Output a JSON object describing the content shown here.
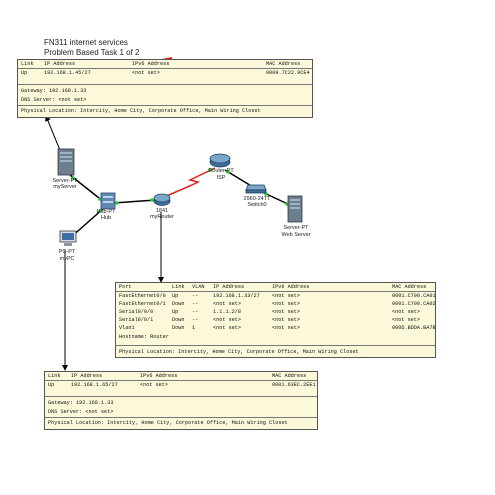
{
  "header": {
    "line1": "FN311 internet services",
    "line2": "Problem Based Task 1 of 2"
  },
  "tip_top": {
    "cols": [
      "Link",
      "IP Address",
      "IPv6 Address",
      "MAC Address"
    ],
    "vals": [
      "Up",
      "192.168.1.45/27",
      "<not set>",
      "0009.7C22.9CE4"
    ],
    "gateway": "Gateway: 192.168.1.33",
    "dns": "DNS Server:  <not set>",
    "physical": "Physical Location: Intercity, Home City, Corporate Office, Main Wiring Closet"
  },
  "tip_router": {
    "cols": [
      "Port",
      "Link",
      "VLAN",
      "IP Address",
      "IPv6 Address",
      "MAC Address"
    ],
    "rows": [
      [
        "FastEthernet0/0",
        "Up",
        "--",
        "192.168.1.33/27",
        "<not set>",
        "0001.C700.CA01"
      ],
      [
        "FastEthernet0/1",
        "Down",
        "--",
        "<not set>",
        "<not set>",
        "0001.C700.CA02"
      ],
      [
        "Serial0/0/0",
        "Up",
        "--",
        "1.1.1.2/8",
        "<not set>",
        "<not set>"
      ],
      [
        "Serial0/0/1",
        "Down",
        "--",
        "<not set>",
        "<not set>",
        "<not set>"
      ],
      [
        "Vlan1",
        "Down",
        "1",
        "<not set>",
        "<not set>",
        "000D.BDDA.BA7B"
      ]
    ],
    "hostname": "Hostname: Router",
    "physical": "Physical Location: Intercity, Home City, Corporate Office, Main Wiring Closet"
  },
  "tip_bottom": {
    "cols": [
      "Link",
      "IP Address",
      "IPv6 Address",
      "MAC Address"
    ],
    "vals": [
      "Up",
      "192.168.1.65/27",
      "<not set>",
      "0001.63EC.2EE1"
    ],
    "gateway": "Gateway: 192.168.1.33",
    "dns": "DNS Server:  <not set>",
    "physical": "Physical Location: Intercity, Home City, Corporate Office, Main Wiring Closet"
  },
  "nodes": {
    "server": {
      "type": "Server-PT",
      "name": "myServer"
    },
    "hub": {
      "type": "Hub-PT",
      "name": "Hub"
    },
    "pc": {
      "type": "PC-PT",
      "name": "myPC"
    },
    "myrouter": {
      "type": "1841",
      "name": "myRouter"
    },
    "isp": {
      "type": "Router-PT",
      "name": "ISP"
    },
    "switch": {
      "type": "2960-24TT",
      "name": "Switch0"
    },
    "webserver": {
      "type": "Server-PT",
      "name": "Web Server"
    }
  },
  "colors": {
    "tooltip_bg": "#fbf9da",
    "link_black": "#000000",
    "link_red": "#e0201a",
    "port_up": "#2ec82e"
  }
}
